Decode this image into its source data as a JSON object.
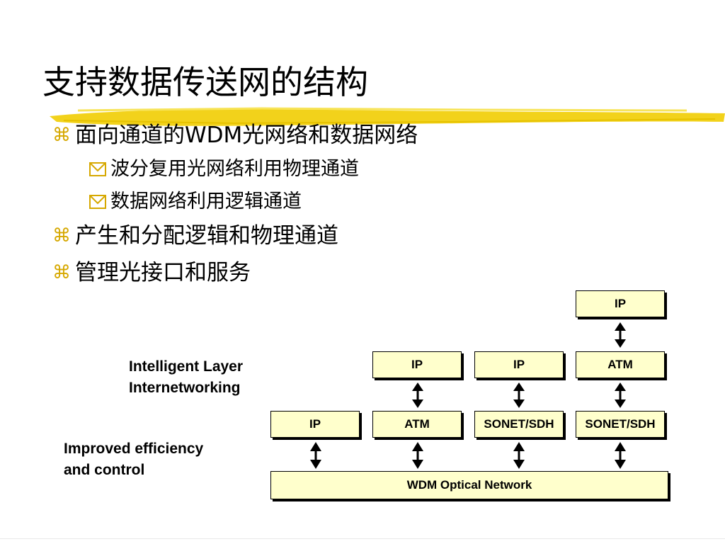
{
  "slide": {
    "title": "支持数据传送网的结构",
    "bullets": [
      {
        "text": "面向通道的WDM光网络和数据网络",
        "subs": [
          "波分复用光网络利用物理通道",
          "数据网络利用逻辑通道"
        ]
      },
      {
        "text": "产生和分配逻辑和物理通道"
      },
      {
        "text": "管理光接口和服务"
      }
    ],
    "level1_marker": "⌘",
    "accent_color": "#f2d21b"
  },
  "diagram": {
    "labels": {
      "intelligent_1": "Intelligent Layer",
      "intelligent_2": "Internetworking",
      "improved_1": "Improved efficiency",
      "improved_2": "and control"
    },
    "base": "WDM Optical Network",
    "stacks": [
      [
        "IP"
      ],
      [
        "ATM",
        "IP"
      ],
      [
        "SONET/SDH",
        "IP"
      ],
      [
        "SONET/SDH",
        "ATM",
        "IP"
      ]
    ],
    "box_fill": "#ffffcc"
  }
}
